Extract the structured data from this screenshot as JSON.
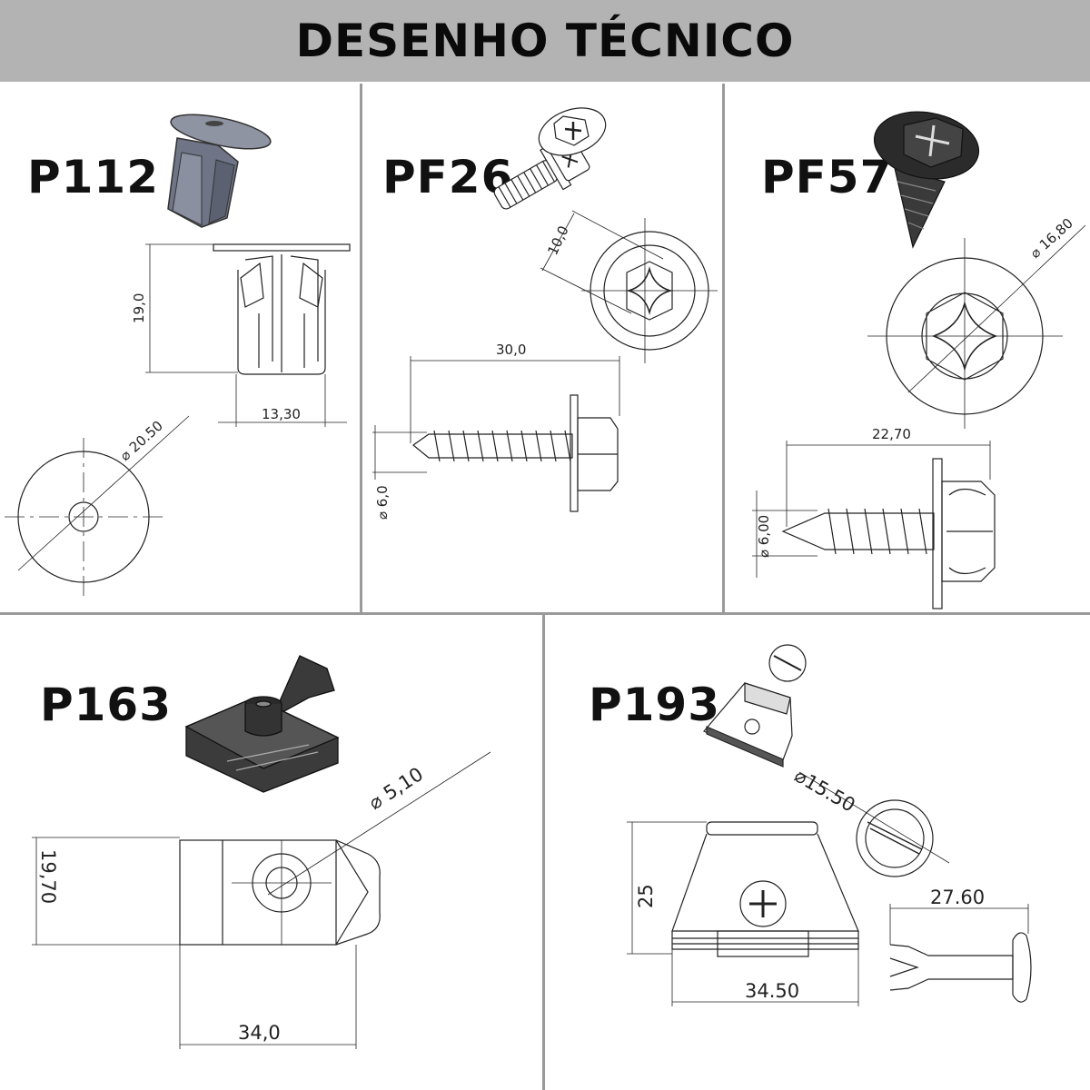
{
  "header": {
    "title": "DESENHO TÉCNICO"
  },
  "parts": [
    {
      "code": "P112",
      "dims": {
        "height": "19,0",
        "width": "13,30",
        "diameter": "20.50"
      }
    },
    {
      "code": "PF26",
      "dims": {
        "head": "10,0",
        "length": "30,0",
        "diameter": "6,0"
      }
    },
    {
      "code": "PF57",
      "dims": {
        "head": "16,80",
        "length": "22,70",
        "diameter": "6,00"
      }
    },
    {
      "code": "P163",
      "dims": {
        "hole": "5,10",
        "height": "19,70",
        "width": "34,0"
      }
    },
    {
      "code": "P193",
      "dims": {
        "cap": "15.50",
        "height": "25",
        "width": "34.50",
        "pin": "27.60"
      }
    }
  ],
  "colors": {
    "header_bg": "#b3b3b3",
    "divider": "#9a9a9a",
    "line": "#222222",
    "part_fill_grey": "#7d8394",
    "part_fill_dark": "#2d2d2d"
  }
}
